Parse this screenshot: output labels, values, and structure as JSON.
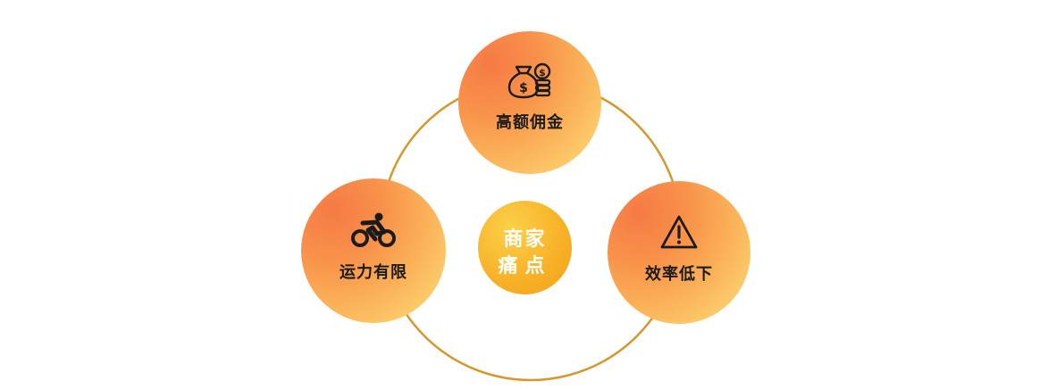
{
  "colors": {
    "ring": "#d7962c",
    "node_gradient_start": "#f67a45",
    "node_gradient_end": "#fde07a",
    "center_fill": "#f7b026",
    "center_text": "#ffffff",
    "label_text": "#1b1b1b"
  },
  "center": {
    "line1": "商家",
    "line2": "痛点"
  },
  "nodes": {
    "top": {
      "label": "高额佣金",
      "icon": "money-bag-coins-icon"
    },
    "left": {
      "label": "运力有限",
      "icon": "cyclist-icon"
    },
    "right": {
      "label": "效率低下",
      "icon": "warning-triangle-icon"
    }
  },
  "side_texts": {
    "top": "",
    "left": "",
    "right": ""
  }
}
